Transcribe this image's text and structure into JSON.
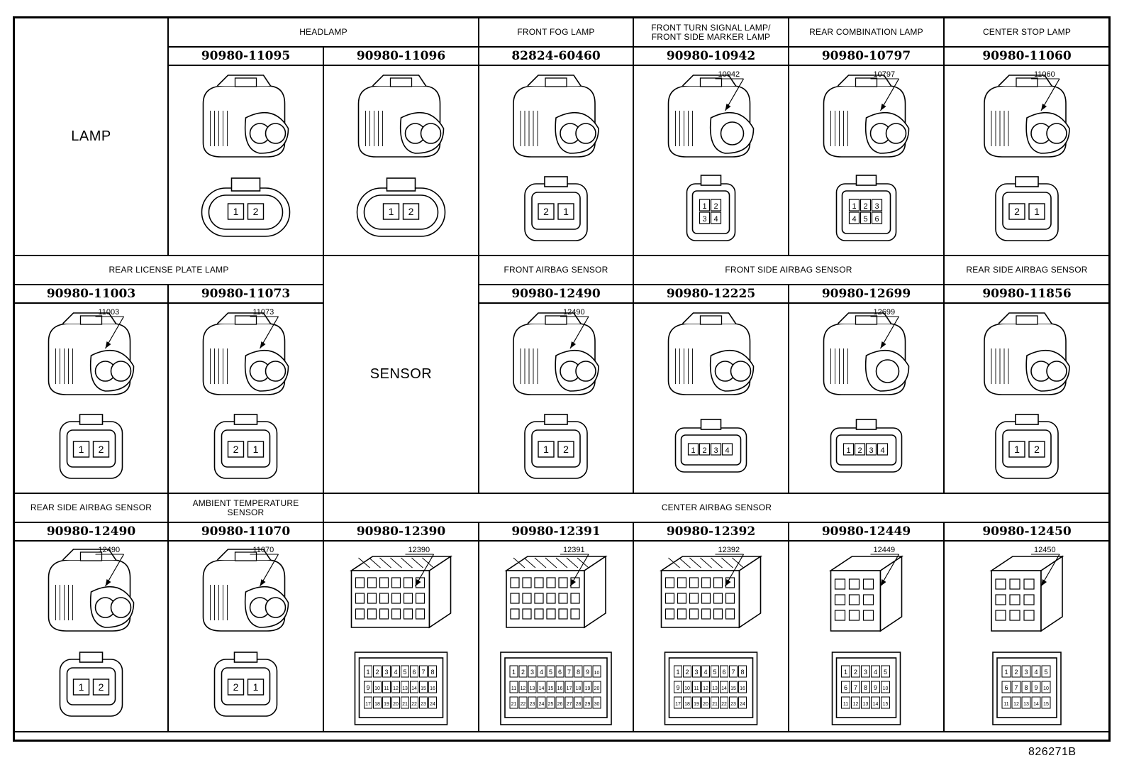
{
  "group_labels": {
    "lamp": "LAMP",
    "sensor": "SENSOR"
  },
  "rows": [
    {
      "headers": [
        {
          "label": "HEADLAMP"
        },
        {
          "label": "FRONT FOG LAMP"
        },
        {
          "label": "FRONT TURN SIGNAL LAMP/\nFRONT SIDE MARKER LAMP"
        },
        {
          "label": "REAR COMBINATION LAMP"
        },
        {
          "label": "CENTER STOP LAMP"
        }
      ],
      "parts": [
        {
          "number": "90980-11095",
          "pins": [
            "1",
            "2"
          ],
          "callout": ""
        },
        {
          "number": "90980-11096",
          "pins": [
            "1",
            "2"
          ],
          "callout": ""
        },
        {
          "number": "82824-60460",
          "pins": [
            "2",
            "1"
          ],
          "callout": ""
        },
        {
          "number": "90980-10942",
          "pins": [
            "1",
            "2",
            "3",
            "4"
          ],
          "callout": "10942"
        },
        {
          "number": "90980-10797",
          "pins": [
            "1",
            "2",
            "3",
            "4",
            "5",
            "6"
          ],
          "callout": "10797"
        },
        {
          "number": "90980-11060",
          "pins": [
            "2",
            "1"
          ],
          "callout": "11060"
        }
      ]
    },
    {
      "headers": [
        {
          "label": "REAR LICENSE PLATE LAMP"
        },
        {
          "label": "FRONT AIRBAG SENSOR"
        },
        {
          "label": "FRONT SIDE AIRBAG SENSOR"
        },
        {
          "label": "REAR SIDE AIRBAG SENSOR"
        }
      ],
      "parts": [
        {
          "number": "90980-11003",
          "pins": [
            "1",
            "2"
          ],
          "callout": "11003"
        },
        {
          "number": "90980-11073",
          "pins": [
            "2",
            "1"
          ],
          "callout": "11073"
        },
        {
          "number": "90980-12490",
          "pins": [
            "1",
            "2"
          ],
          "callout": "12490"
        },
        {
          "number": "90980-12225",
          "pins": [
            "1",
            "2",
            "3",
            "4"
          ],
          "callout": ""
        },
        {
          "number": "90980-12699",
          "pins": [
            "1",
            "2",
            "3",
            "4"
          ],
          "callout": "12699"
        },
        {
          "number": "90980-11856",
          "pins": [
            "1",
            "2"
          ],
          "callout": ""
        }
      ]
    },
    {
      "headers": [
        {
          "label": "REAR SIDE AIRBAG SENSOR"
        },
        {
          "label": "AMBIENT TEMPERATURE\nSENSOR"
        },
        {
          "label": "CENTER AIRBAG SENSOR"
        }
      ],
      "parts": [
        {
          "number": "90980-12490",
          "pins": [
            "1",
            "2"
          ],
          "callout": "12490"
        },
        {
          "number": "90980-11070",
          "pins": [
            "2",
            "1"
          ],
          "callout": "11070"
        },
        {
          "number": "90980-12390",
          "pins": [
            "1",
            "2",
            "3",
            "4",
            "5",
            "6",
            "7",
            "8",
            "9",
            "10",
            "11",
            "12",
            "13",
            "14",
            "15",
            "16",
            "17",
            "18",
            "19",
            "20",
            "21",
            "22",
            "23",
            "24"
          ],
          "callout": "12390"
        },
        {
          "number": "90980-12391",
          "pins": [
            "1",
            "2",
            "3",
            "4",
            "5",
            "6",
            "7",
            "8",
            "9",
            "10",
            "11",
            "12",
            "13",
            "14",
            "15",
            "16",
            "17",
            "18",
            "19",
            "20",
            "21",
            "22",
            "23",
            "24",
            "25",
            "26",
            "27",
            "28",
            "29",
            "30"
          ],
          "callout": "12391"
        },
        {
          "number": "90980-12392",
          "pins": [
            "1",
            "2",
            "3",
            "4",
            "5",
            "6",
            "7",
            "8",
            "9",
            "10",
            "11",
            "12",
            "13",
            "14",
            "15",
            "16",
            "17",
            "18",
            "19",
            "20",
            "21",
            "22",
            "23",
            "24"
          ],
          "callout": "12392"
        },
        {
          "number": "90980-12449",
          "pins": [
            "1",
            "2",
            "3",
            "4",
            "5",
            "6",
            "7",
            "8",
            "9",
            "10",
            "11",
            "12",
            "13",
            "14",
            "15"
          ],
          "callout": "12449"
        },
        {
          "number": "90980-12450",
          "pins": [
            "1",
            "2",
            "3",
            "4",
            "5",
            "6",
            "7",
            "8",
            "9",
            "10",
            "11",
            "12",
            "13",
            "14",
            "15"
          ],
          "callout": "12450"
        }
      ]
    }
  ],
  "figure_code": "826271B"
}
